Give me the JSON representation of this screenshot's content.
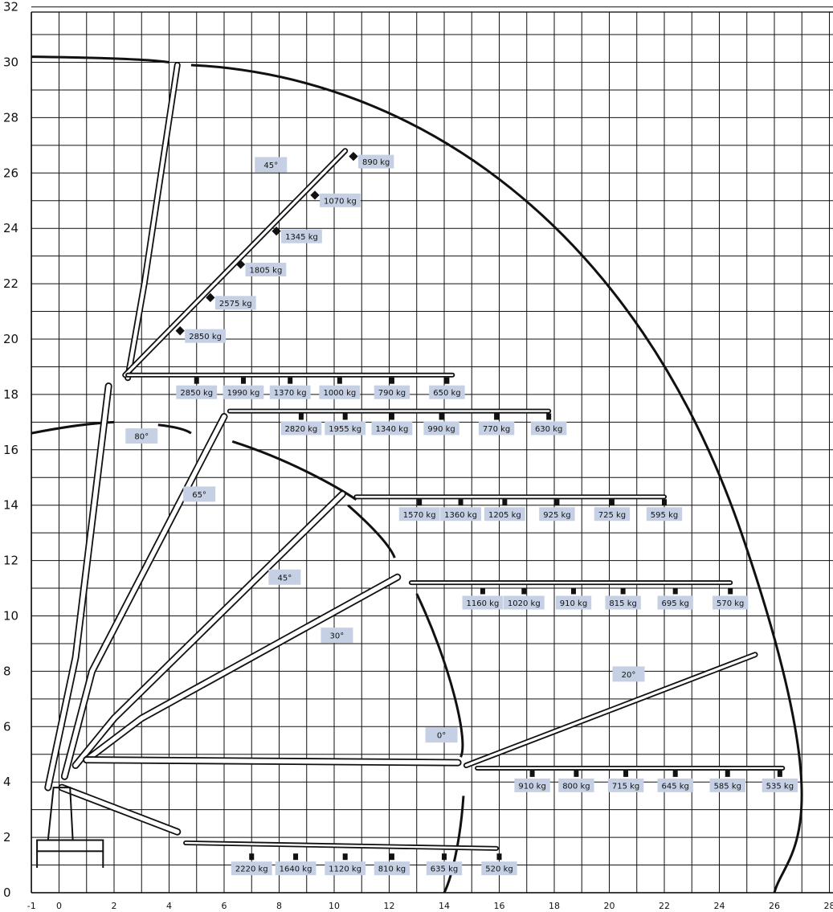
{
  "chart_data": {
    "type": "crane-load-chart",
    "axes": {
      "x_ticks": [
        -1,
        0,
        2,
        4,
        6,
        8,
        10,
        12,
        14,
        16,
        18,
        20,
        22,
        24,
        26,
        28
      ],
      "y_ticks": [
        0,
        2,
        4,
        6,
        8,
        10,
        12,
        14,
        16,
        18,
        20,
        22,
        24,
        26,
        28,
        30,
        32
      ],
      "xlim": [
        -1,
        28
      ],
      "ylim": [
        0,
        32
      ],
      "grid": true
    },
    "angle_labels": [
      {
        "text": "80°",
        "x": 3.0,
        "y": 16.5
      },
      {
        "text": "65°",
        "x": 5.1,
        "y": 14.4
      },
      {
        "text": "45°",
        "x": 7.7,
        "y": 26.3
      },
      {
        "text": "45°",
        "x": 8.2,
        "y": 11.4
      },
      {
        "text": "30°",
        "x": 10.1,
        "y": 9.3
      },
      {
        "text": "20°",
        "x": 20.7,
        "y": 7.9
      },
      {
        "text": "0°",
        "x": 13.9,
        "y": 5.7
      }
    ],
    "load_series": [
      {
        "name": "45°",
        "points": [
          {
            "x": 4.4,
            "y": 20.3,
            "load": "2850 kg"
          },
          {
            "x": 5.5,
            "y": 21.5,
            "load": "2575 kg"
          },
          {
            "x": 6.6,
            "y": 22.7,
            "load": "1805 kg"
          },
          {
            "x": 7.9,
            "y": 23.9,
            "load": "1345 kg"
          },
          {
            "x": 9.3,
            "y": 25.2,
            "load": "1070 kg"
          },
          {
            "x": 10.7,
            "y": 26.6,
            "load": "890 kg"
          }
        ]
      },
      {
        "name": "boom-18.6",
        "points": [
          {
            "x": 5.0,
            "y": 18.5,
            "load": "2850 kg"
          },
          {
            "x": 6.7,
            "y": 18.5,
            "load": "1990 kg"
          },
          {
            "x": 8.4,
            "y": 18.5,
            "load": "1370 kg"
          },
          {
            "x": 10.2,
            "y": 18.5,
            "load": "1000 kg"
          },
          {
            "x": 12.1,
            "y": 18.5,
            "load": "790 kg"
          },
          {
            "x": 14.1,
            "y": 18.5,
            "load": "650 kg"
          }
        ]
      },
      {
        "name": "boom-17.2",
        "points": [
          {
            "x": 8.8,
            "y": 17.2,
            "load": "2820 kg"
          },
          {
            "x": 10.4,
            "y": 17.2,
            "load": "1955 kg"
          },
          {
            "x": 12.1,
            "y": 17.2,
            "load": "1340 kg"
          },
          {
            "x": 13.9,
            "y": 17.2,
            "load": "990 kg"
          },
          {
            "x": 15.9,
            "y": 17.2,
            "load": "770 kg"
          },
          {
            "x": 17.8,
            "y": 17.2,
            "load": "630 kg"
          }
        ]
      },
      {
        "name": "boom-14.1",
        "points": [
          {
            "x": 13.1,
            "y": 14.1,
            "load": "1570 kg"
          },
          {
            "x": 14.6,
            "y": 14.1,
            "load": "1360 kg"
          },
          {
            "x": 16.2,
            "y": 14.1,
            "load": "1205 kg"
          },
          {
            "x": 18.1,
            "y": 14.1,
            "load": "925 kg"
          },
          {
            "x": 20.1,
            "y": 14.1,
            "load": "725 kg"
          },
          {
            "x": 22.0,
            "y": 14.1,
            "load": "595 kg"
          }
        ]
      },
      {
        "name": "boom-10.9",
        "points": [
          {
            "x": 15.4,
            "y": 10.9,
            "load": "1160 kg"
          },
          {
            "x": 16.9,
            "y": 10.9,
            "load": "1020 kg"
          },
          {
            "x": 18.7,
            "y": 10.9,
            "load": "910 kg"
          },
          {
            "x": 20.5,
            "y": 10.9,
            "load": "815 kg"
          },
          {
            "x": 22.4,
            "y": 10.9,
            "load": "695 kg"
          },
          {
            "x": 24.4,
            "y": 10.9,
            "load": "570 kg"
          }
        ]
      },
      {
        "name": "boom-4.3",
        "points": [
          {
            "x": 17.2,
            "y": 4.3,
            "load": "910 kg"
          },
          {
            "x": 18.8,
            "y": 4.3,
            "load": "800 kg"
          },
          {
            "x": 20.6,
            "y": 4.3,
            "load": "715 kg"
          },
          {
            "x": 22.4,
            "y": 4.3,
            "load": "645 kg"
          },
          {
            "x": 24.3,
            "y": 4.3,
            "load": "585 kg"
          },
          {
            "x": 26.2,
            "y": 4.3,
            "load": "535 kg"
          }
        ]
      },
      {
        "name": "boom-1.3",
        "points": [
          {
            "x": 7.0,
            "y": 1.3,
            "load": "2220 kg"
          },
          {
            "x": 8.6,
            "y": 1.3,
            "load": "1640 kg"
          },
          {
            "x": 10.4,
            "y": 1.3,
            "load": "1120 kg"
          },
          {
            "x": 12.1,
            "y": 1.3,
            "load": "810 kg"
          },
          {
            "x": 14.0,
            "y": 1.3,
            "load": "635 kg"
          },
          {
            "x": 16.0,
            "y": 1.3,
            "load": "520 kg"
          }
        ]
      }
    ],
    "colors": {
      "label_box": "#c6d0e4",
      "grid": "#111111",
      "boom": "#111111"
    }
  }
}
